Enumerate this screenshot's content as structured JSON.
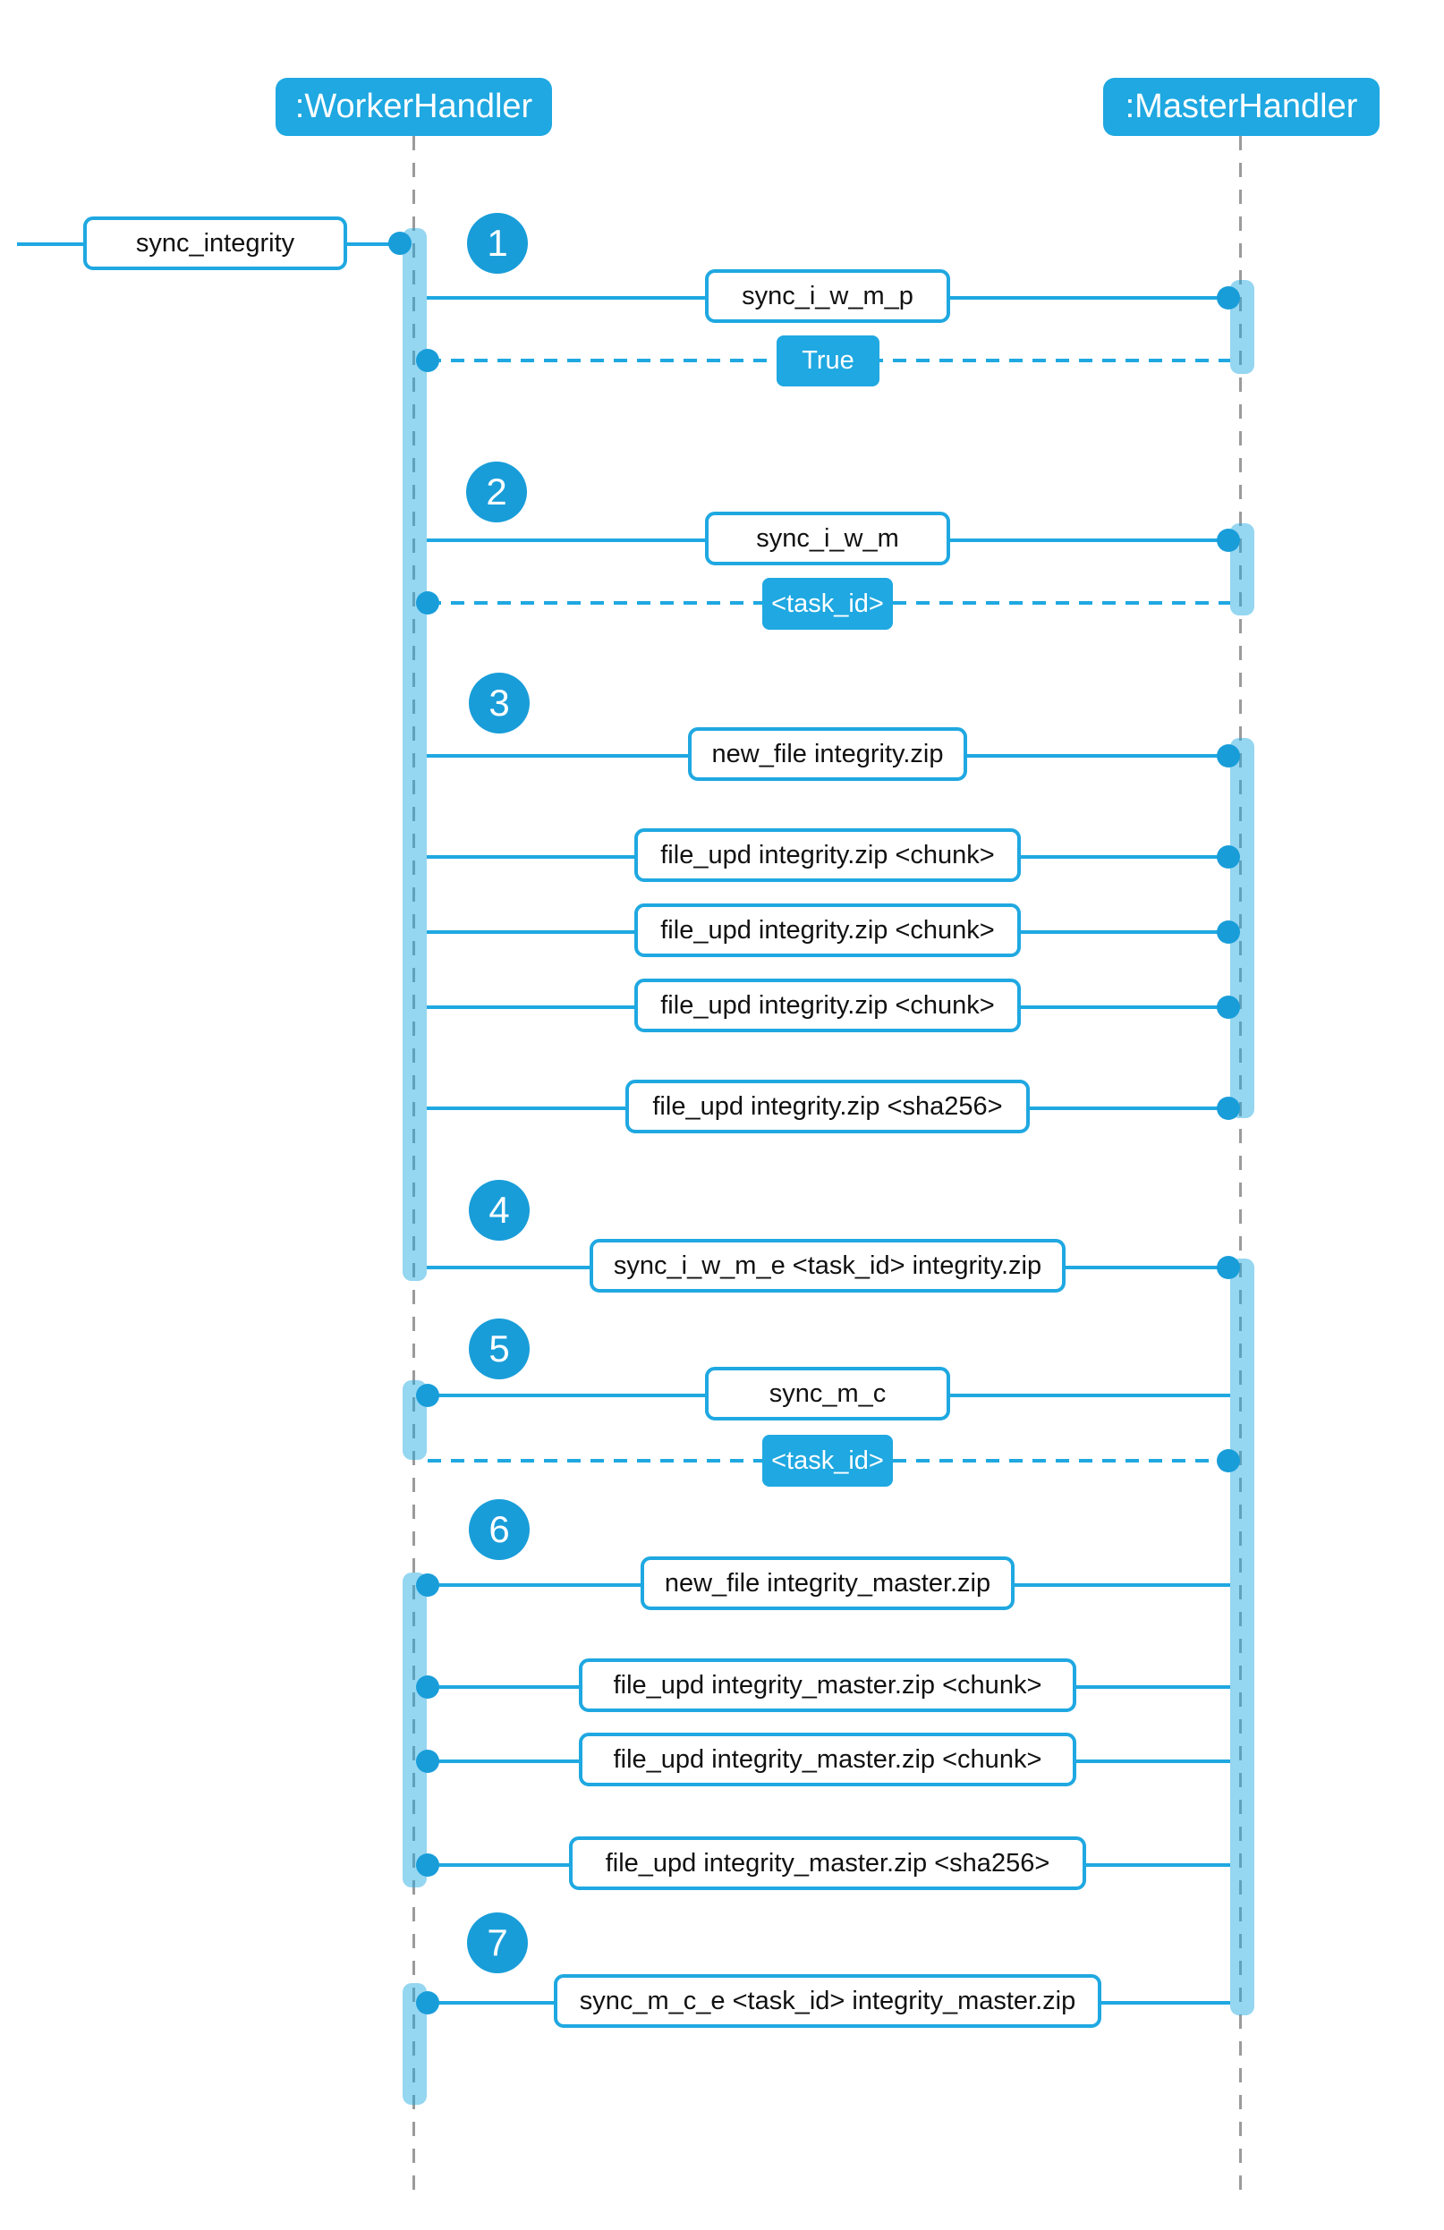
{
  "diagram": {
    "participants": [
      {
        "label": ":WorkerHandler"
      },
      {
        "label": ":MasterHandler"
      }
    ],
    "entry_message": {
      "label": "sync_integrity"
    },
    "steps": [
      {
        "num": "1",
        "call": "sync_i_w_m_p",
        "return": "True"
      },
      {
        "num": "2",
        "call": "sync_i_w_m",
        "return": "<task_id>"
      },
      {
        "num": "3",
        "messages": [
          "new_file integrity.zip",
          "file_upd integrity.zip <chunk>",
          "file_upd integrity.zip <chunk>",
          "file_upd integrity.zip <chunk>",
          "file_upd integrity.zip <sha256>"
        ]
      },
      {
        "num": "4",
        "call": "sync_i_w_m_e <task_id> integrity.zip"
      },
      {
        "num": "5",
        "call": "sync_m_c",
        "return": "<task_id>"
      },
      {
        "num": "6",
        "messages": [
          "new_file integrity_master.zip",
          "file_upd integrity_master.zip <chunk>",
          "file_upd integrity_master.zip <chunk>",
          "file_upd integrity_master.zip <sha256>"
        ]
      },
      {
        "num": "7",
        "call": "sync_m_c_e <task_id> integrity_master.zip"
      }
    ],
    "colors": {
      "primary": "#1fa8e1",
      "endpoint": "#189dd9",
      "activation": "#95d5f1",
      "lifeline_gray": "#9b9b9b"
    }
  }
}
